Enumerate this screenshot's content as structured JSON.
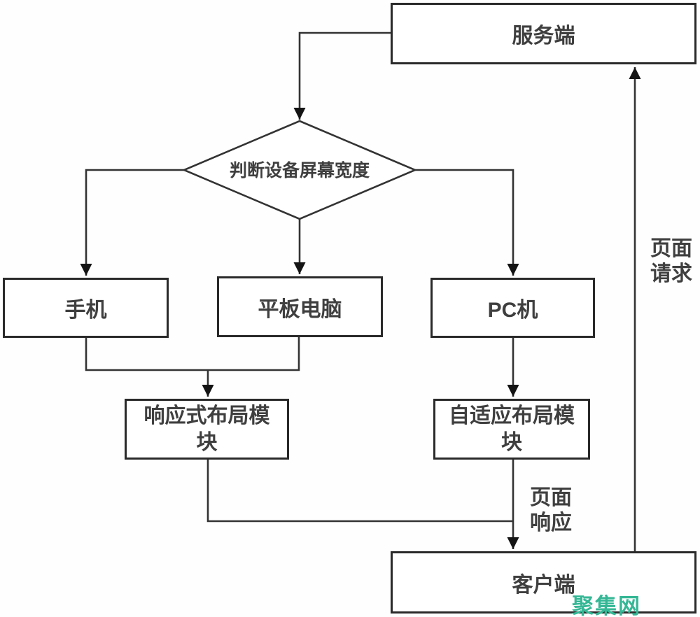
{
  "nodes": {
    "server": {
      "label": "服务端"
    },
    "decision": {
      "label": "判断设备屏幕宽度"
    },
    "phone": {
      "label": "手机"
    },
    "tablet": {
      "label": "平板电脑"
    },
    "pc": {
      "label": "PC机"
    },
    "responsive": {
      "label": "响应式布局模块"
    },
    "adaptive": {
      "label": "自适应布局模块"
    },
    "client": {
      "label": "客户端"
    }
  },
  "edge_labels": {
    "page_request": "页面请求",
    "page_response": "页面响应"
  },
  "watermark": {
    "text": "聚集网",
    "color": "#35b795"
  },
  "colors": {
    "background": "#ffffff",
    "line": "#333333",
    "box_border": "#2a2a2a",
    "text": "#3f3f3f"
  }
}
